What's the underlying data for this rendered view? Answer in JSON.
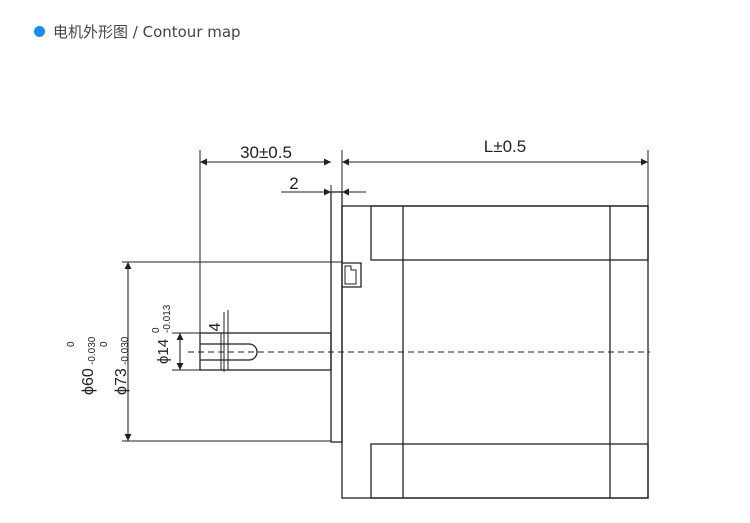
{
  "header": {
    "title": "电机外形图 / Contour map",
    "bullet_color": "#1a8cf0"
  },
  "dimensions": {
    "shaft_length": "30±0.5",
    "flange_thickness": "2",
    "body_length": "L±0.5",
    "flat_depth": "4",
    "shaft_diameter": {
      "nominal": "ϕ14",
      "upper": "0",
      "lower": "-0.013"
    },
    "pilot_diameter": {
      "nominal": "ϕ60",
      "upper": "0",
      "lower": "-0.030"
    },
    "flange_diameter": {
      "nominal": "ϕ73",
      "upper": "0",
      "lower": "-0.030"
    }
  }
}
